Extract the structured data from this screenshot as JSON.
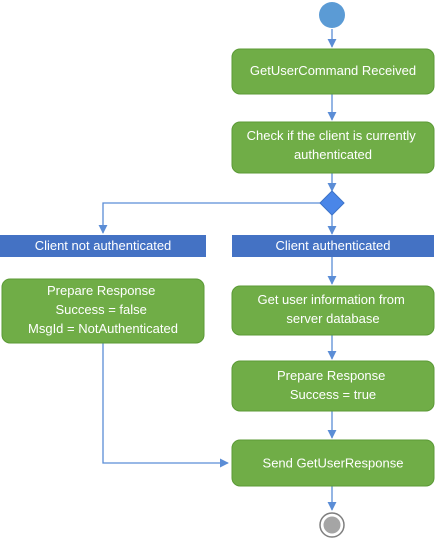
{
  "colors": {
    "activity_fill": "#70ad47",
    "activity_stroke": "#5b9a36",
    "lane_fill": "#4472c4",
    "connector": "#5b8dd6",
    "start_fill": "#5b9bd5",
    "end_fill": "#a5a5a5"
  },
  "nodes": {
    "received": {
      "lines": [
        "GetUserCommand Received"
      ]
    },
    "check_auth": {
      "lines": [
        "Check if the client is currently",
        "authenticated"
      ]
    },
    "not_auth_label": {
      "lines": [
        "Client not authenticated"
      ]
    },
    "auth_label": {
      "lines": [
        "Client authenticated"
      ]
    },
    "prepare_fail": {
      "lines": [
        "Prepare Response",
        "Success = false",
        "MsgId = NotAuthenticated"
      ]
    },
    "get_user_info": {
      "lines": [
        "Get user information from",
        "server database"
      ]
    },
    "prepare_success": {
      "lines": [
        "Prepare Response",
        "Success = true"
      ]
    },
    "send_response": {
      "lines": [
        "Send GetUserResponse"
      ]
    }
  }
}
